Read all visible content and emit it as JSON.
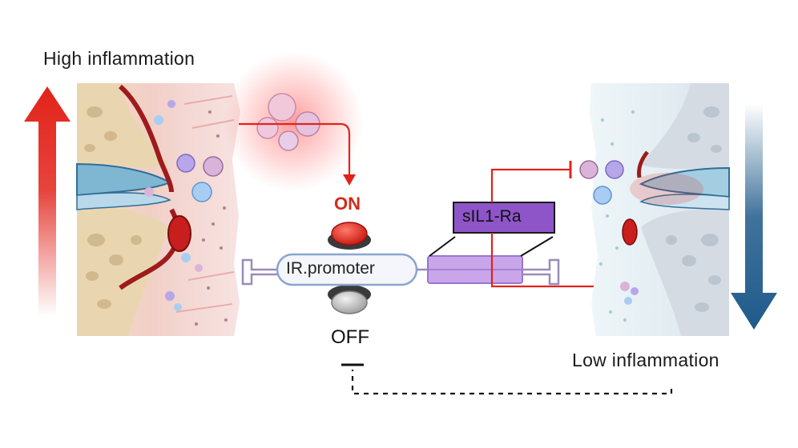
{
  "labels": {
    "high_inflammation": "High inflammation",
    "low_inflammation": "Low inflammation",
    "on": "ON",
    "off": "OFF",
    "promoter": "IR.promoter",
    "protein": "sIL1-Ra"
  },
  "colors": {
    "red": "#e2231a",
    "blue": "#1f5a8a",
    "purple": "#8e55c8",
    "purple_light": "#c9a6ea",
    "tissue_pink": "#f2c9c6",
    "tissue_blue": "#e3eff4"
  },
  "icons": {
    "high_arrow": "arrow-up-icon",
    "low_arrow": "arrow-down-icon",
    "on_button": "red-button-icon",
    "off_button": "grey-button-icon"
  }
}
